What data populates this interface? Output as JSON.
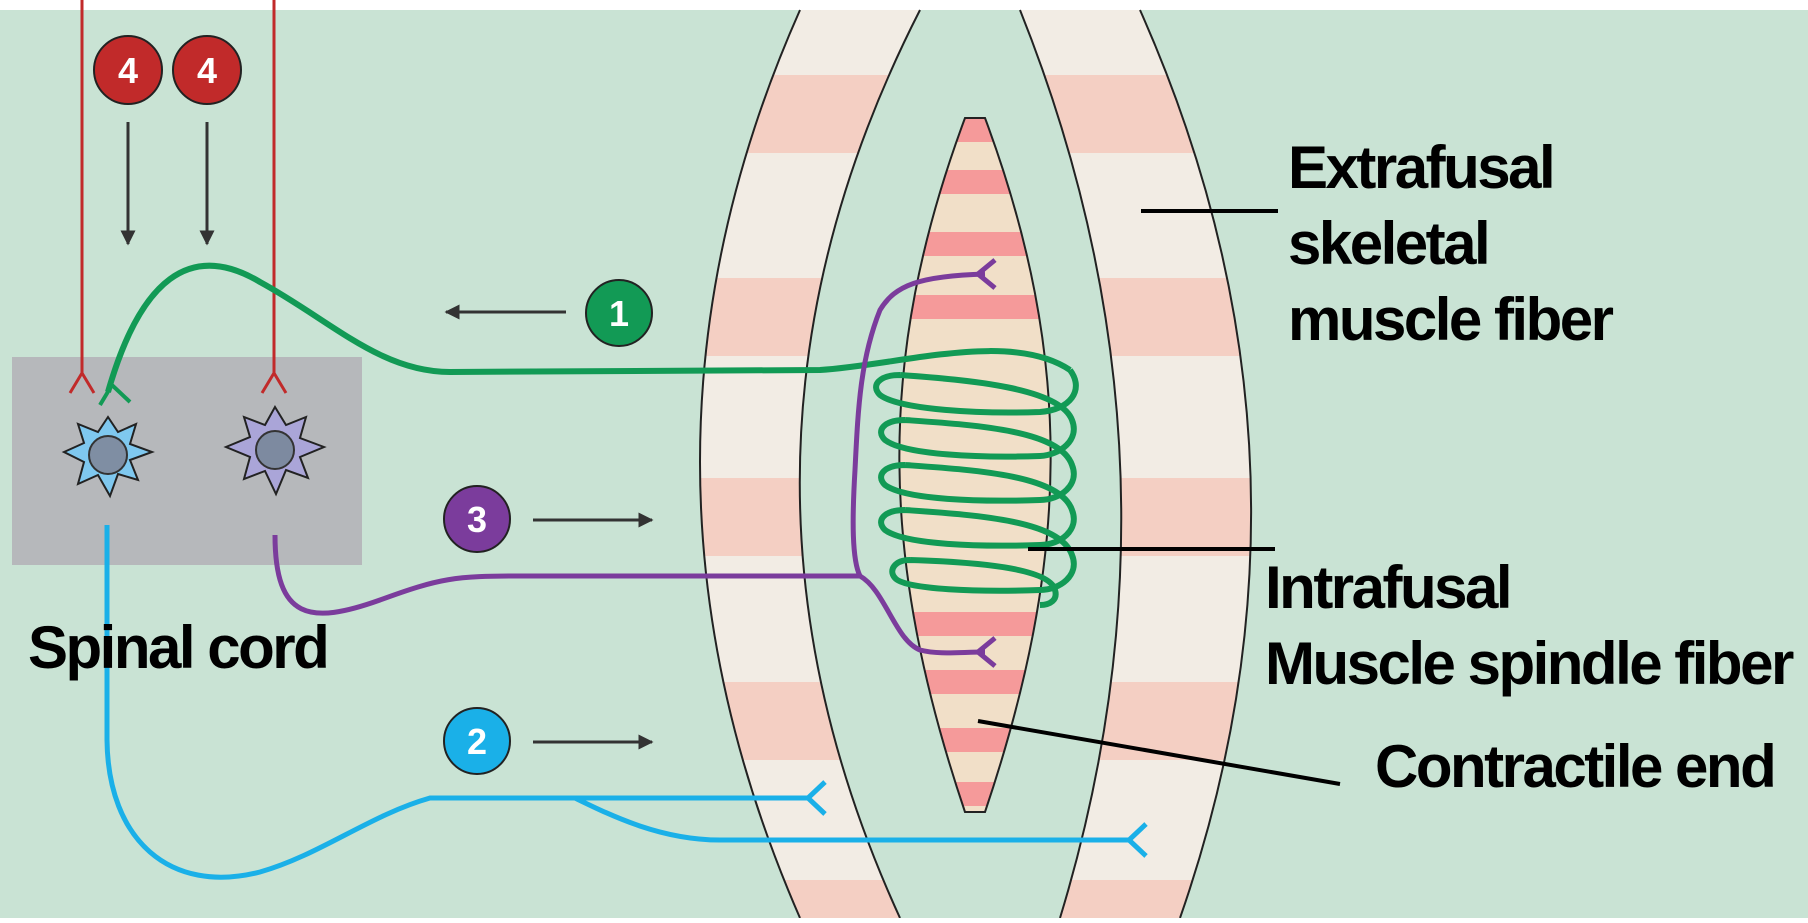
{
  "labels": {
    "spinal_cord": "Spinal cord",
    "extrafusal": [
      "Extrafusal",
      "skeletal",
      "muscle fiber"
    ],
    "intrafusal": [
      "Intrafusal",
      "Muscle spindle fiber"
    ],
    "contractile_end": "Contractile end"
  },
  "markers": {
    "m1": "1",
    "m2": "2",
    "m3": "3",
    "m4a": "4",
    "m4b": "4"
  },
  "colors": {
    "background": "#c9e3d4",
    "gray_box": "#b6b8bb",
    "green_afferent": "#129a55",
    "blue_alpha": "#1ab0e8",
    "purple_gamma": "#7b3c9c",
    "red_descending": "#c12a2a",
    "fiber_cream": "#f2ece4",
    "fiber_band": "#f4cfc3",
    "spindle_fill": "#f1dfc8",
    "spindle_band": "#f59a9a"
  }
}
